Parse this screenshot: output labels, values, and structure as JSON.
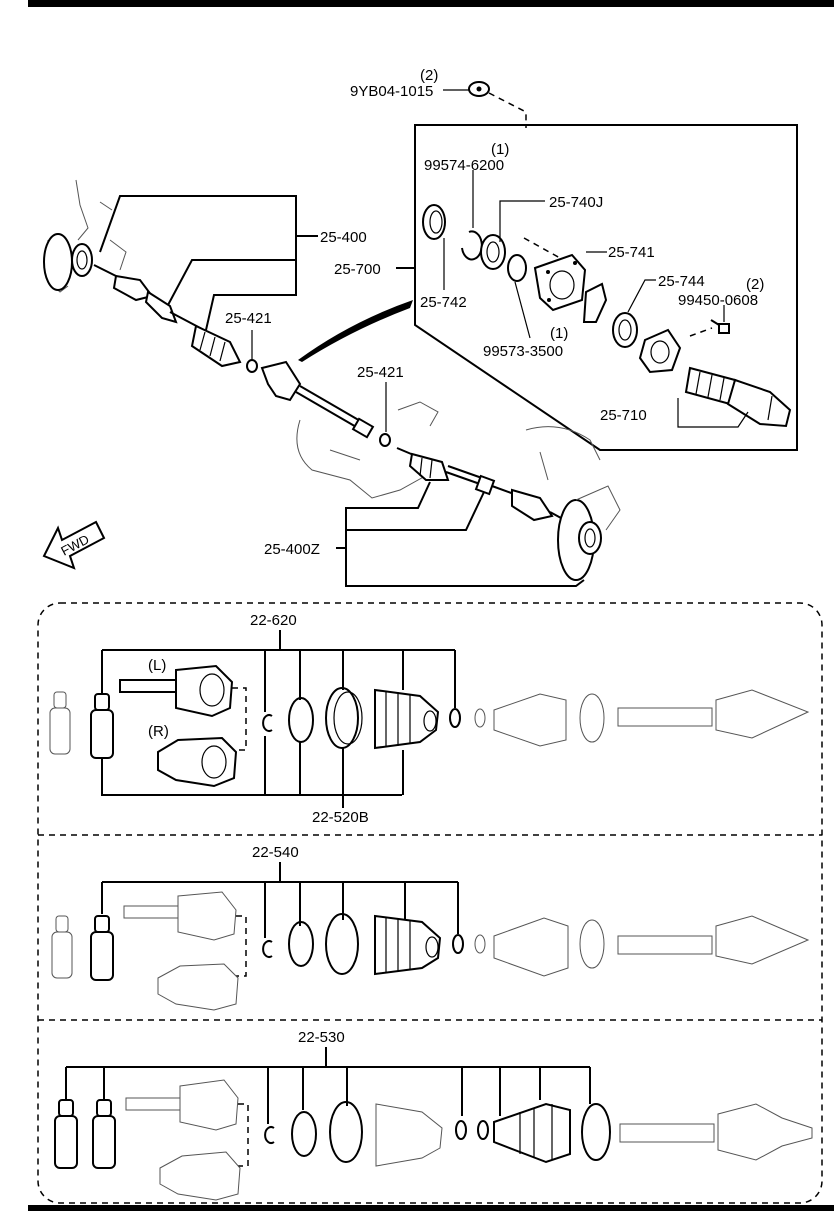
{
  "labels": {
    "bolt_9yb04": "9YB04-1015",
    "bolt_9yb04_qty": "(2)",
    "ring_99574": "99574-6200",
    "ring_99574_qty": "(1)",
    "seal_25_740j": "25-740J",
    "bearing_25_741": "25-741",
    "seal_25_744": "25-744",
    "bolt_99450": "99450-0608",
    "bolt_99450_qty": "(2)",
    "shaft_left_25_400": "25-400",
    "joint_shaft_25_700": "25-700",
    "seal_25_742": "25-742",
    "ring_99573_qty": "(1)",
    "ring_99573": "99573-3500",
    "clip_25_421_a": "25-421",
    "clip_25_421_b": "25-421",
    "shaft_25_710": "25-710",
    "shaft_right_25_400z": "25-400Z",
    "fwd": "FWD",
    "kit_22_620": "22-620",
    "kit_left": "(L)",
    "kit_right": "(R)",
    "boot_22_520b": "22-520B",
    "kit_22_540": "22-540",
    "kit_22_530": "22-530"
  }
}
